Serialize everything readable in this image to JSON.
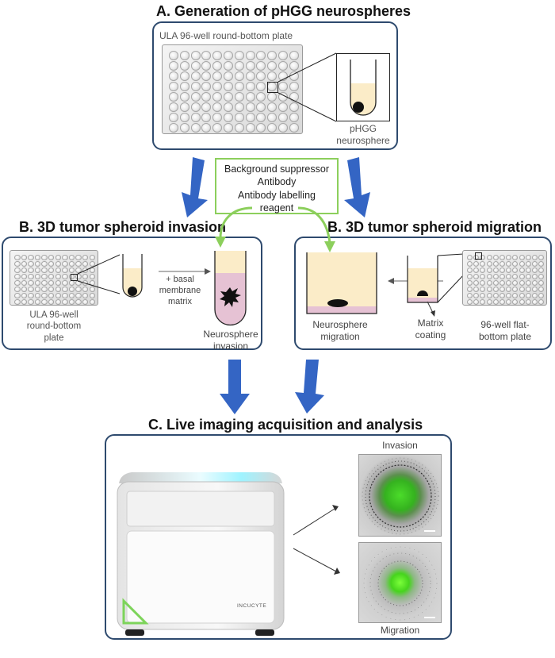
{
  "panel_a": {
    "title": "A. Generation of pHGG neurospheres",
    "plate_label": "ULA 96-well round-bottom plate",
    "sphere_label_line1": "pHGG",
    "sphere_label_line2": "neurosphere"
  },
  "reagents": {
    "line1": "Background suppressor",
    "line2": "Antibody",
    "line3": "Antibody labelling",
    "line4": "reagent"
  },
  "panel_b_invasion": {
    "title": "B. 3D tumor spheroid invasion",
    "plate_label_line1": "ULA 96-well",
    "plate_label_line2": "round-bottom",
    "plate_label_line3": "plate",
    "matrix_label_line1": "+ basal",
    "matrix_label_line2": "membrane",
    "matrix_label_line3": "matrix",
    "result_line1": "Neurosphere",
    "result_line2": "invasion"
  },
  "panel_b_migration": {
    "title": "B. 3D tumor spheroid migration",
    "result_line1": "Neurosphere",
    "result_line2": "migration",
    "coating_line1": "Matrix",
    "coating_line2": "coating",
    "plate_label_line1": "96-well flat-",
    "plate_label_line2": "bottom plate"
  },
  "panel_c": {
    "title": "C. Live imaging acquisition and analysis",
    "brand": "INCUCYTE",
    "invasion_label": "Invasion",
    "migration_label": "Migration"
  },
  "colors": {
    "panel_border": "#2e4a6e",
    "big_arrow": "#3465c4",
    "reagent_green": "#8ccf5c",
    "medium": "#fbecc8",
    "matrix": "#e6c2d4",
    "fluorescence": "#4bdc2a"
  }
}
